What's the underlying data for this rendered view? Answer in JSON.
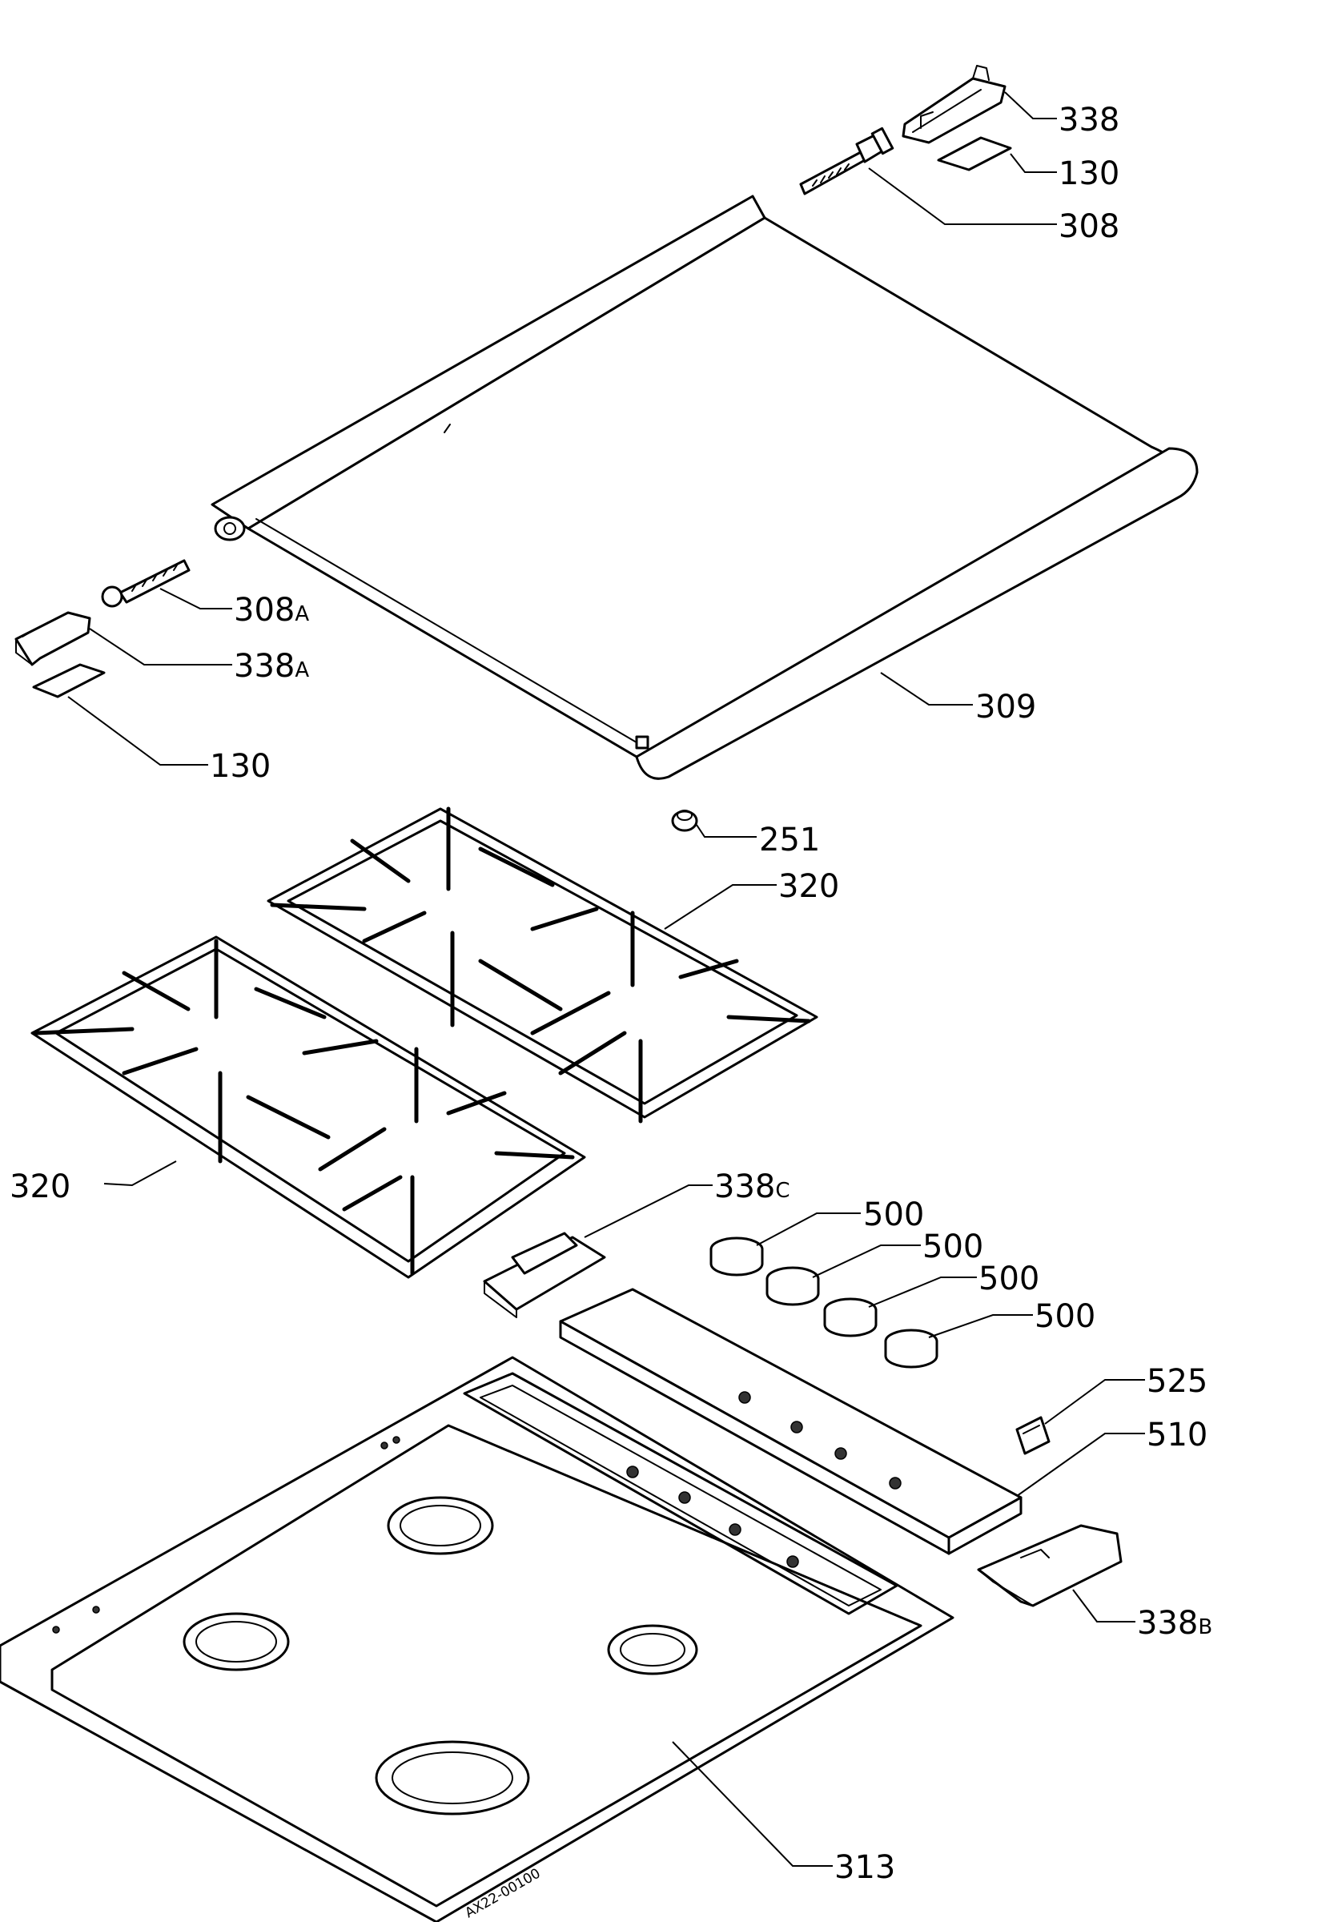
{
  "drawing_code": "AX22-00100",
  "callouts": [
    {
      "key": "338_top",
      "number": "338",
      "suffix": ""
    },
    {
      "key": "130_top",
      "number": "130",
      "suffix": ""
    },
    {
      "key": "308",
      "number": "308",
      "suffix": ""
    },
    {
      "key": "308a",
      "number": "308",
      "suffix": "A"
    },
    {
      "key": "338a",
      "number": "338",
      "suffix": "A"
    },
    {
      "key": "130_left",
      "number": "130",
      "suffix": ""
    },
    {
      "key": "309",
      "number": "309",
      "suffix": ""
    },
    {
      "key": "251",
      "number": "251",
      "suffix": ""
    },
    {
      "key": "320_right",
      "number": "320",
      "suffix": ""
    },
    {
      "key": "320_left",
      "number": "320",
      "suffix": ""
    },
    {
      "key": "338c",
      "number": "338",
      "suffix": "C"
    },
    {
      "key": "500_1",
      "number": "500",
      "suffix": ""
    },
    {
      "key": "500_2",
      "number": "500",
      "suffix": ""
    },
    {
      "key": "500_3",
      "number": "500",
      "suffix": ""
    },
    {
      "key": "500_4",
      "number": "500",
      "suffix": ""
    },
    {
      "key": "525",
      "number": "525",
      "suffix": ""
    },
    {
      "key": "510",
      "number": "510",
      "suffix": ""
    },
    {
      "key": "338b",
      "number": "338",
      "suffix": "B"
    },
    {
      "key": "313",
      "number": "313",
      "suffix": ""
    }
  ]
}
